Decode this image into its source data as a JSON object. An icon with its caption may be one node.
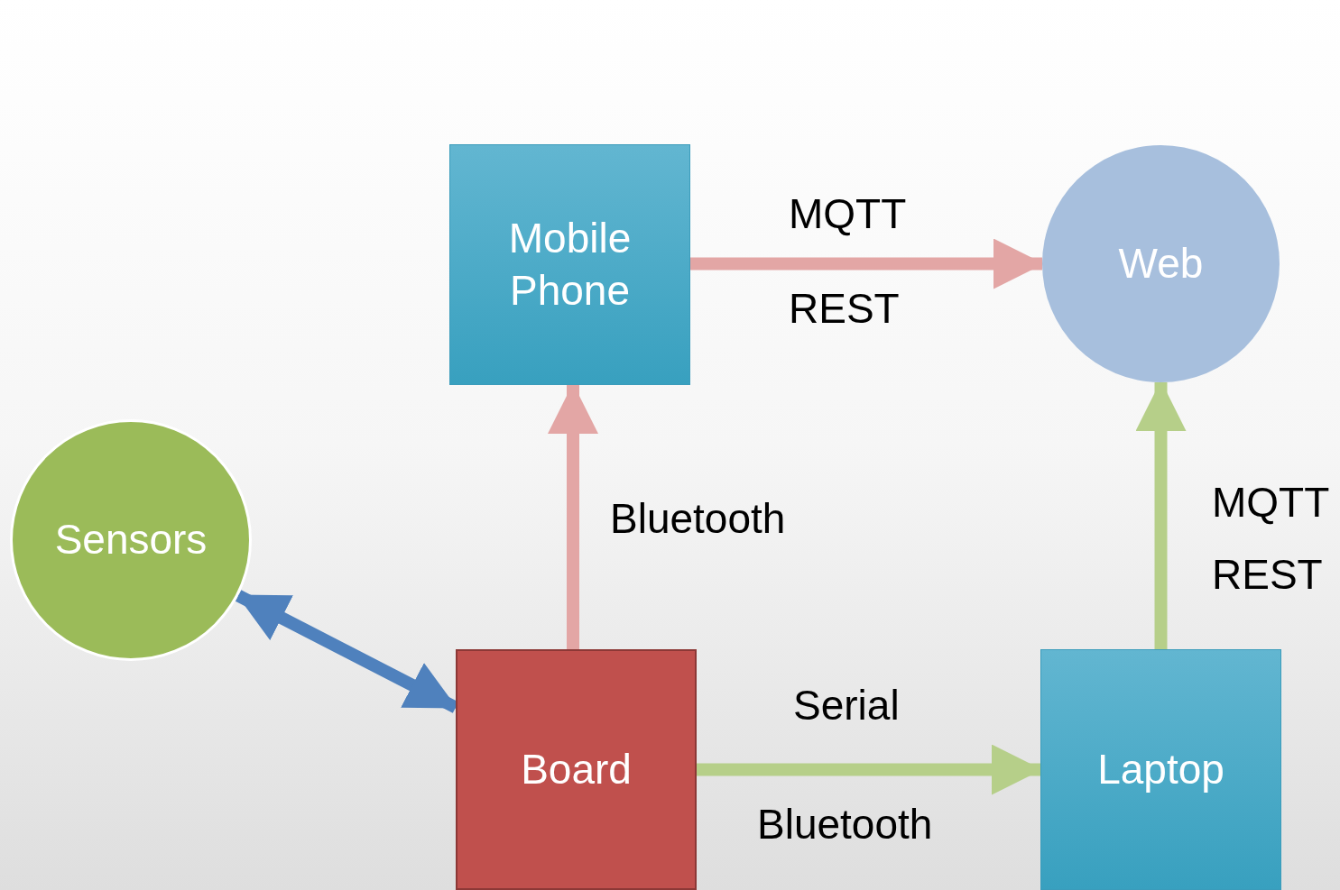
{
  "diagram": {
    "nodes": [
      {
        "text": [
          "Mobile Phone"
        ]
      },
      {
        "text": [
          "Web"
        ]
      },
      {
        "text": [
          "Sensors"
        ]
      },
      {
        "text": [
          "Board"
        ]
      },
      {
        "text": [
          "Laptop"
        ]
      }
    ],
    "edges": [
      {
        "from": 0,
        "to": 1,
        "arrow": "to",
        "label": "MQTT",
        "color": "#e3a6a5"
      },
      {
        "from": 3,
        "to": 0,
        "arrow": "to",
        "label": "Bluetooth",
        "color": "#e3a6a5"
      },
      {
        "from": 2,
        "to": 3,
        "arrow": "both",
        "color": "#4f81bd"
      },
      {
        "from": 3,
        "to": 4,
        "arrow": "to",
        "label": "Serial",
        "color": "#b6cf89"
      },
      {
        "from": 4,
        "to": 1,
        "arrow": "to",
        "label": "MQTT",
        "color": "#b6cf89"
      }
    ],
    "labels": [
      "REST",
      "REST",
      "Bluetooth"
    ]
  }
}
